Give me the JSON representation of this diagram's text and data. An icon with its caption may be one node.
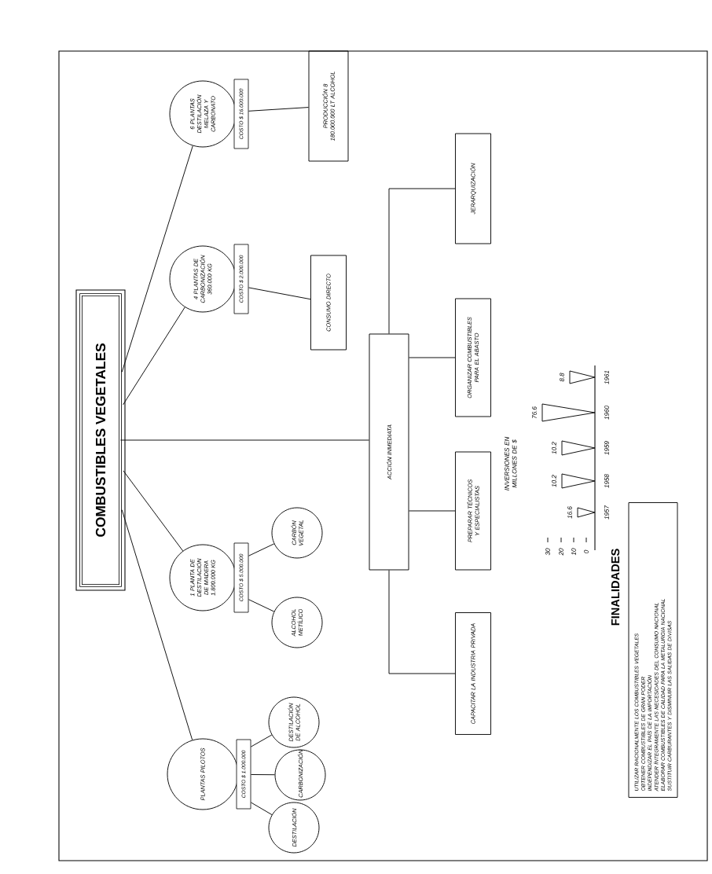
{
  "diagram": {
    "nodes": [
      {
        "text": [
          "COMBUSTIBLES VEGETALES"
        ]
      },
      {
        "text": [
          "PLANTAS PILOTOS"
        ],
        "beside": [
          "COSTO $ 1.000.000"
        ]
      },
      {
        "text": [
          "1 PLANTA DE DESTILACIÓN DE MADERA 1.800.000 KG"
        ],
        "beside": [
          "COSTO $ 5.000.000"
        ]
      },
      {
        "text": [
          "4 PLANTAS DE CARBONIZACIÓN 360.000 KG"
        ],
        "beside": [
          "COSTO $ 2.000.000"
        ]
      },
      {
        "text": [
          "6 PLANTAS DESTILACIÓN MELAZA Y CARBONATO"
        ],
        "beside": [
          "COSTO $ 16.000.000"
        ]
      },
      {
        "text": [
          "DESTILACIÓN"
        ]
      },
      {
        "text": [
          "CARBONIZACIÓN"
        ]
      },
      {
        "text": [
          "DESTILACIÓN DE ALCOHOL"
        ]
      },
      {
        "text": [
          "ALCOHOL METÍLICO"
        ]
      },
      {
        "text": [
          "CARBÓN VEGETAL"
        ]
      },
      {
        "text": [
          "CONSUMO DIRECTO"
        ]
      },
      {
        "text": [
          "PRODUCCIÓN 8 180.000.000 LT ALCOHOL"
        ]
      },
      {
        "text": [
          "ACCIÓN INMEDIATA"
        ]
      },
      {
        "text": [
          "CAPACITAR LA INDUSTRIA PRIVADA"
        ]
      },
      {
        "text": [
          "PREPARAR TÉCNICOS Y ESPECIALISTAS"
        ]
      },
      {
        "text": [
          "ORGANIZAR COMBUSTIBLES PARA EL ABASTO"
        ]
      },
      {
        "text": [
          "JERARQUIZACIÓN"
        ]
      },
      {
        "text": [
          "FINALIDADES",
          "UTILIZAR RACIONALMENTE LOS COMBUSTIBLES VEGETALES",
          "OBTENER COMBUSTIBLES DE GRAN PODER",
          "INDEPENDIZAR EL PAÍS DE LA IMPORTACIÓN",
          "ATENDER ÍNTEGRAMENTE LAS NECESIDADES DEL CONSUMO NACIONAL",
          "ELABORAR COMBUSTIBLES DE CALIDAD PARA LA METALURGIA NACIONAL",
          "SUSTITUIR CARBURANTES Y DISMINUIR LAS SALIDAS DE DIVISAS"
        ]
      }
    ],
    "edges": [
      {
        "from": 0,
        "to": 1,
        "arrow": "none"
      },
      {
        "from": 0,
        "to": 2,
        "arrow": "none"
      },
      {
        "from": 0,
        "to": 3,
        "arrow": "none"
      },
      {
        "from": 0,
        "to": 4,
        "arrow": "none"
      },
      {
        "from": 0,
        "to": 12,
        "arrow": "none"
      },
      {
        "from": 1,
        "to": 5,
        "arrow": "none"
      },
      {
        "from": 1,
        "to": 6,
        "arrow": "none"
      },
      {
        "from": 1,
        "to": 7,
        "arrow": "none"
      },
      {
        "from": 2,
        "to": 8,
        "arrow": "none"
      },
      {
        "from": 2,
        "to": 9,
        "arrow": "none"
      },
      {
        "from": 3,
        "to": 10,
        "arrow": "none"
      },
      {
        "from": 4,
        "to": 11,
        "arrow": "none"
      },
      {
        "from": 12,
        "to": 13,
        "arrow": "none"
      },
      {
        "from": 12,
        "to": 14,
        "arrow": "none"
      },
      {
        "from": 12,
        "to": 15,
        "arrow": "none"
      },
      {
        "from": 12,
        "to": 16,
        "arrow": "none"
      }
    ],
    "labels": [
      "INVERSIONES EN MILLONES DE $",
      "30",
      "20",
      "10",
      "0",
      "16.6",
      "10.2",
      "10.2",
      "76.6",
      "8.8",
      "1957",
      "1958",
      "1959",
      "1960",
      "1961"
    ]
  }
}
